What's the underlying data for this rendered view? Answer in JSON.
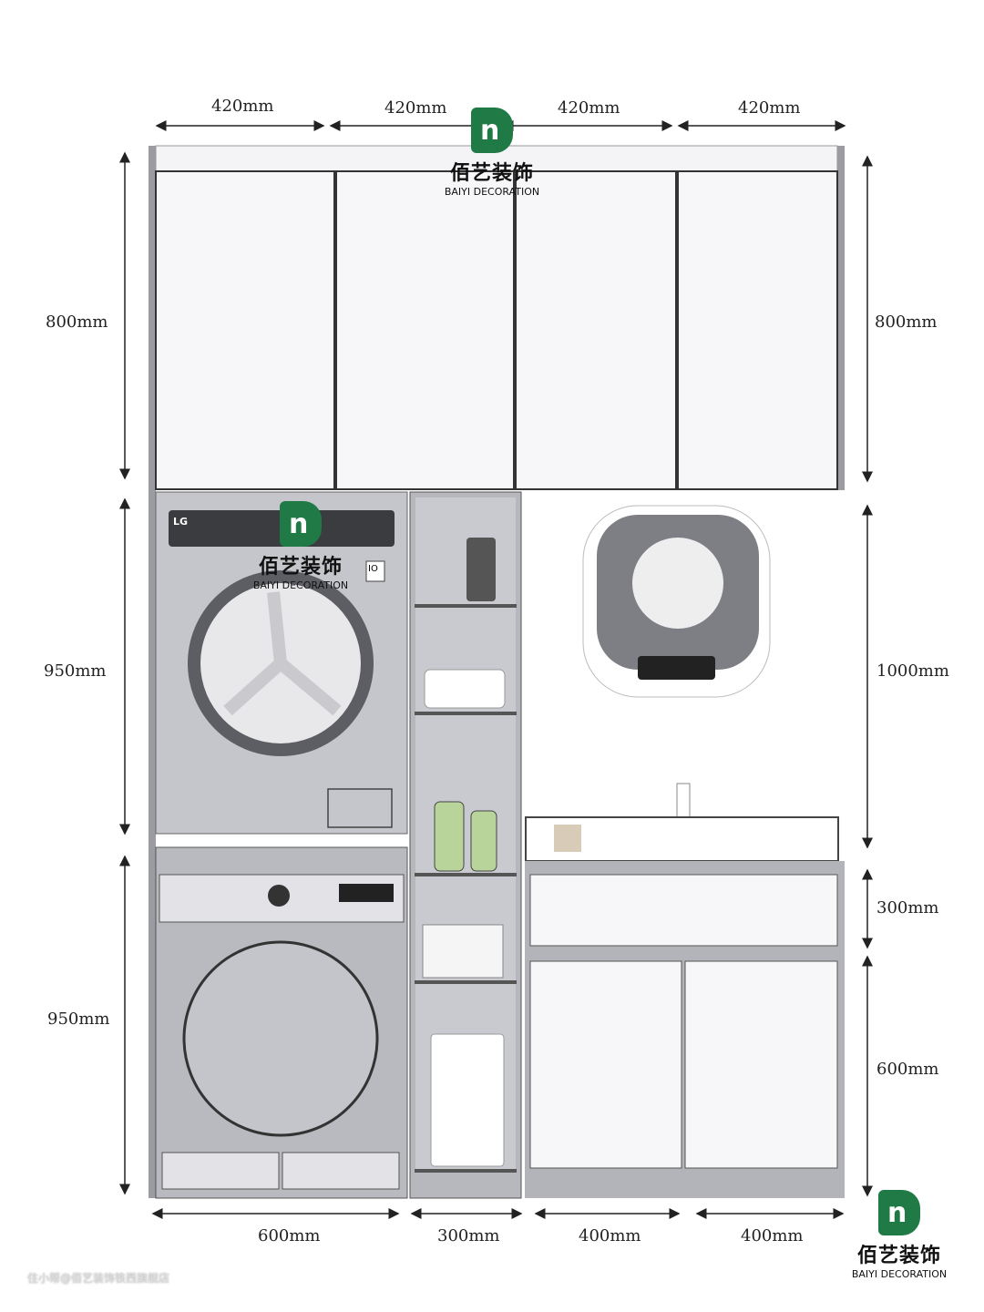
{
  "dimensions": {
    "top_widths": [
      "420mm",
      "420mm",
      "420mm",
      "420mm"
    ],
    "left_heights": [
      "800mm",
      "950mm",
      "950mm"
    ],
    "right_heights": [
      "800mm",
      "1000mm",
      "300mm",
      "600mm"
    ],
    "bottom_widths": [
      "600mm",
      "300mm",
      "400mm",
      "400mm"
    ]
  },
  "logo": {
    "name_cn": "佰艺装饰",
    "name_en": "BAIYI DECORATION",
    "mark": "n",
    "color": "#1f7a45"
  },
  "washer": {
    "display": "LG",
    "badge": "IO"
  },
  "watermark": "住小帮@佰艺装饰铁西旗舰店"
}
